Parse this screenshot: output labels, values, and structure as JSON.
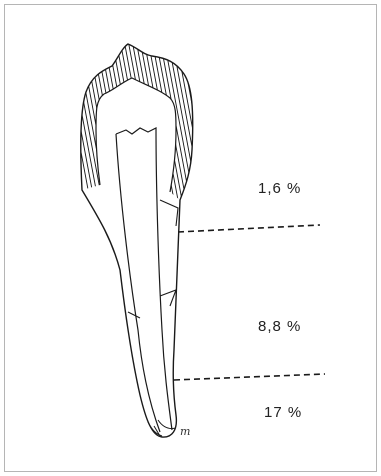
{
  "figure": {
    "section_labels": [
      {
        "id": "upper",
        "text": "1,6 %"
      },
      {
        "id": "middle",
        "text": "8,8 %"
      },
      {
        "id": "apical",
        "text": "17 %"
      }
    ],
    "signature": "m"
  }
}
